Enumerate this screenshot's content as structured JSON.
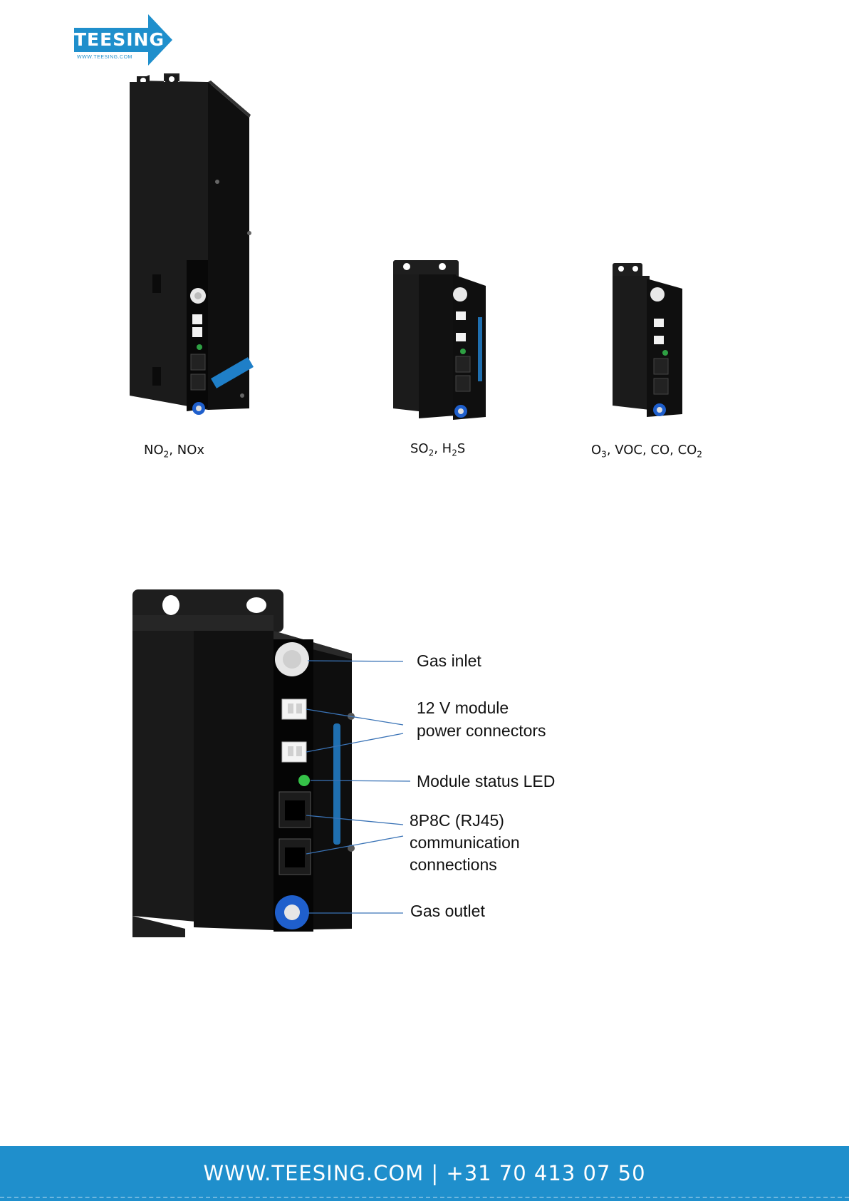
{
  "logo": {
    "name": "TEESING",
    "url": "WWW.TEESING.COM"
  },
  "captions": [
    {
      "base": "NO",
      "sub": "2",
      "rest": ", NOx"
    },
    {
      "base": "SO",
      "sub": "2",
      "mid": ", H",
      "sub2": "2",
      "rest": "S"
    },
    {
      "base": "O",
      "sub": "3",
      "mid": ", VOC, CO, CO",
      "sub2": "2"
    }
  ],
  "callouts": {
    "gas_inlet": "Gas inlet",
    "power_line1": "12 V module",
    "power_line2": "power connectors",
    "status_led": "Module status LED",
    "rj45_line1": "8P8C (RJ45)",
    "rj45_line2": "communication",
    "rj45_line3": "connections",
    "gas_outlet": "Gas outlet"
  },
  "footer": {
    "text": "WWW.TEESING.COM  |  +31 70 413 07 50"
  },
  "colors": {
    "brand": "#1f8fcc"
  }
}
